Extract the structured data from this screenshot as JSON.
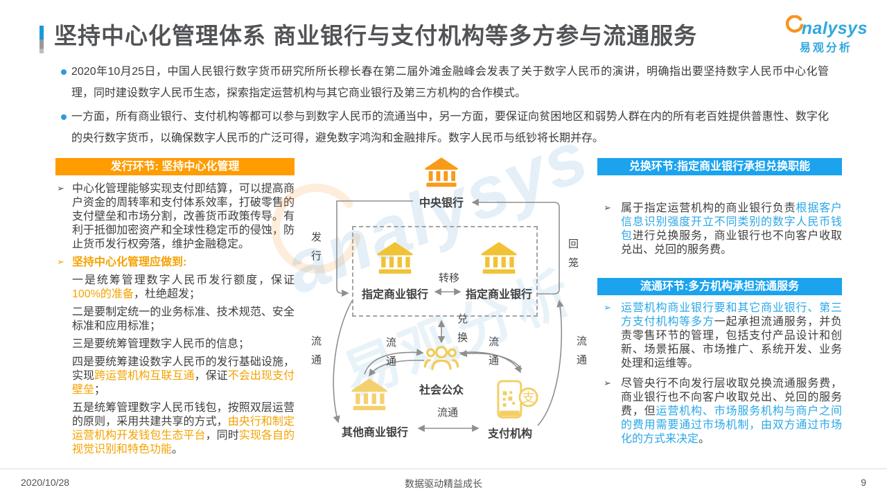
{
  "header": {
    "title": "坚持中心化管理体系 商业银行与支付机构等多方参与流通服务",
    "logo": {
      "brand_text": "nalysys",
      "brand_cn": "易观分析"
    }
  },
  "intro": {
    "bullets": [
      "2020年10月25日，中国人民银行数字货币研究所所长穆长春在第二届外滩金融峰会发表了关于数字人民币的演讲，明确指出要坚持数字人民币中心化管理，同时建设数字人民币生态，探索指定运营机构与其它商业银行及第三方机构的合作模式。",
      "一方面，所有商业银行、支付机构等都可以参与到数字人民币的流通当中，另一方面，要保证向贫困地区和弱势人群在内的所有老百姓提供普惠性、数字化的央行数字货币，以确保数字人民币的广泛可得，避免数字鸿沟和金融排斥。数字人民币与纸钞将长期并存。"
    ]
  },
  "markers": {
    "arrow": "➢"
  },
  "colors": {
    "orange": "#FF9C00",
    "blue": "#1BA3EE",
    "orange_text": "#F5A200",
    "blue_text": "#2AA7E8"
  },
  "left_panel": {
    "header": "发行环节: 坚持中心化管理",
    "items": [
      {
        "segments": [
          {
            "text": "中心化管理能够实现支付即结算，可以提高商户资金的周转率和支付体系效率，打破零售的支付壁垒和市场分割，改善货币政策传导。有利于抵御加密资产和全球性稳定币的侵蚀，防止货币发行权旁落，维护金融稳定。"
          }
        ]
      },
      {
        "segments": [
          {
            "text": "坚持中心化管理应做到:",
            "highlight": true
          }
        ]
      },
      {
        "segments": [
          {
            "text": "一是统筹管理数字人民币发行额度，保证"
          },
          {
            "text": "100%的准备",
            "highlight": true
          },
          {
            "text": "，杜绝超发；"
          }
        ]
      },
      {
        "segments": [
          {
            "text": "二是要制定统一的业务标准、技术规范、安全标准和应用标准；"
          }
        ]
      },
      {
        "segments": [
          {
            "text": "三是要统筹管理数字人民币的信息；"
          }
        ]
      },
      {
        "segments": [
          {
            "text": "四是要统筹建设数字人民币的发行基础设施，实现"
          },
          {
            "text": "跨运营机构互联互通",
            "highlight": true
          },
          {
            "text": "，保证"
          },
          {
            "text": "不会出现支付壁垒",
            "highlight": true
          },
          {
            "text": "；"
          }
        ]
      },
      {
        "segments": [
          {
            "text": "五是统筹管理数字人民币钱包，按照双层运营的原则，采用共建共享的方式，"
          },
          {
            "text": "由央行和制定运营机构开发钱包生态平台",
            "highlight": true
          },
          {
            "text": "，同时"
          },
          {
            "text": "实现各自的视觉识别和特色功能",
            "highlight": true
          },
          {
            "text": "。"
          }
        ]
      }
    ]
  },
  "right_panel": {
    "sections": [
      {
        "header": "兑换环节:指定商业银行承担兑换职能",
        "items": [
          {
            "segments": [
              {
                "text": "属于指定运营机构的商业银行负责"
              },
              {
                "text": "根据客户信息识别强度开立不同类别的数字人民币钱包",
                "highlight": true
              },
              {
                "text": "进行兑换服务，商业银行也不向客户收取兑出、兑回的服务费。"
              }
            ]
          }
        ]
      },
      {
        "header": "流通环节:多方机构承担流通服务",
        "items": [
          {
            "segments": [
              {
                "text": "运营机构商业银行要和其它商业银行、第三方支付机构等多方",
                "highlight": true
              },
              {
                "text": "一起承担流通服务，并负责零售环节的管理，包括支付产品设计和创新、场景拓展、市场推广、系统开发、业务处理和运维等。"
              }
            ]
          },
          {
            "segments": [
              {
                "text": "尽管央行不向发行层收取兑换流通服务费，商业银行也不向客户收取兑出、兑回的服务费，但"
              },
              {
                "text": "运营机构、市场服务机构与商户之间的费用需要通过市场机制，由双方通过市场化的方式来决定",
                "highlight": true
              },
              {
                "text": "。"
              }
            ]
          }
        ]
      }
    ]
  },
  "diagram": {
    "nodes": {
      "central_bank": "中央银行",
      "designated_bank_left": "指定商业银行",
      "designated_bank_right": "指定商业银行",
      "public": "社会公众",
      "other_bank": "其他商业银行",
      "payment_institution": "支付机构"
    },
    "edges": {
      "issue": "发行",
      "recall": "回笼",
      "transfer": "转移",
      "exchange": "兑换",
      "circulate": "流通"
    },
    "icons": {
      "pay_symbol": "支"
    }
  },
  "watermark": {
    "text_en": "analysys",
    "text_cn": "易观分析"
  },
  "footer": {
    "date": "2020/10/28",
    "slogan": "数据驱动精益成长",
    "page": "9"
  }
}
